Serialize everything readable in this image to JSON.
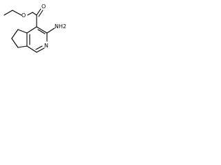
{
  "structure": {
    "atom_labels": {
      "carbonyl_oxygen": "O",
      "ester_oxygen": "O",
      "amine": "NH2",
      "ring_nitrogen": "N"
    },
    "colors": {
      "bond": "#000000",
      "label": "#000000",
      "background": "#ffffff"
    }
  }
}
